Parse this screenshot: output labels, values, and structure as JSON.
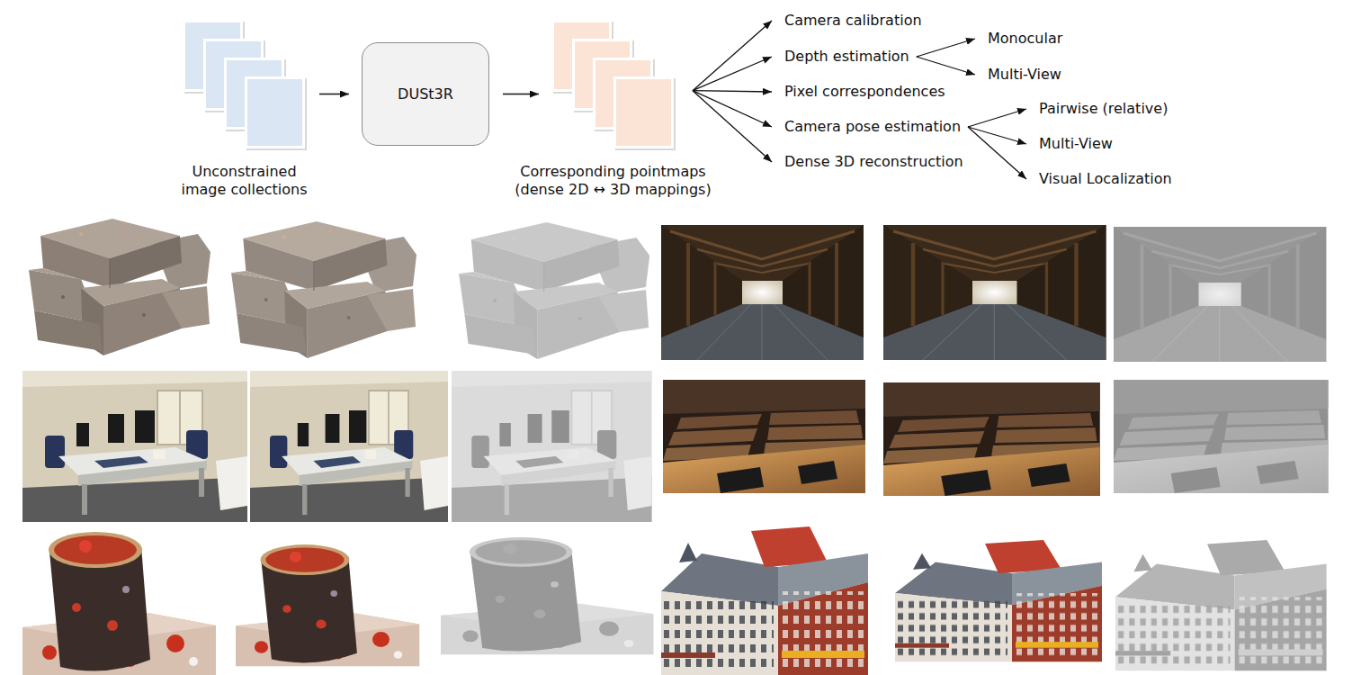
{
  "diagram": {
    "nodes": [
      {
        "text": [
          "Unconstrained image collections"
        ]
      },
      {
        "text": [
          "DUSt3R"
        ]
      },
      {
        "text": [
          "Corresponding pointmaps (dense 2D ↔ 3D mappings)"
        ]
      },
      {
        "text": [
          "Camera calibration"
        ]
      },
      {
        "text": [
          "Depth estimation"
        ]
      },
      {
        "text": [
          "Pixel correspondences"
        ]
      },
      {
        "text": [
          "Camera pose estimation"
        ]
      },
      {
        "text": [
          "Dense 3D reconstruction"
        ]
      },
      {
        "text": [
          "Monocular"
        ]
      },
      {
        "text": [
          "Multi-View"
        ]
      },
      {
        "text": [
          "Pairwise (relative)"
        ]
      },
      {
        "text": [
          "Multi-View"
        ]
      },
      {
        "text": [
          "Visual Localization"
        ]
      }
    ],
    "edges": [
      {
        "from": 0,
        "to": 1,
        "arrow": "to"
      },
      {
        "from": 1,
        "to": 2,
        "arrow": "to"
      },
      {
        "from": 2,
        "to": 3,
        "arrow": "to"
      },
      {
        "from": 2,
        "to": 4,
        "arrow": "to"
      },
      {
        "from": 2,
        "to": 5,
        "arrow": "to"
      },
      {
        "from": 2,
        "to": 6,
        "arrow": "to"
      },
      {
        "from": 2,
        "to": 7,
        "arrow": "to"
      },
      {
        "from": 4,
        "to": 8,
        "arrow": "to"
      },
      {
        "from": 4,
        "to": 9,
        "arrow": "to"
      },
      {
        "from": 6,
        "to": 10,
        "arrow": "to"
      },
      {
        "from": 6,
        "to": 11,
        "arrow": "to"
      },
      {
        "from": 6,
        "to": 12,
        "arrow": "to"
      }
    ]
  }
}
